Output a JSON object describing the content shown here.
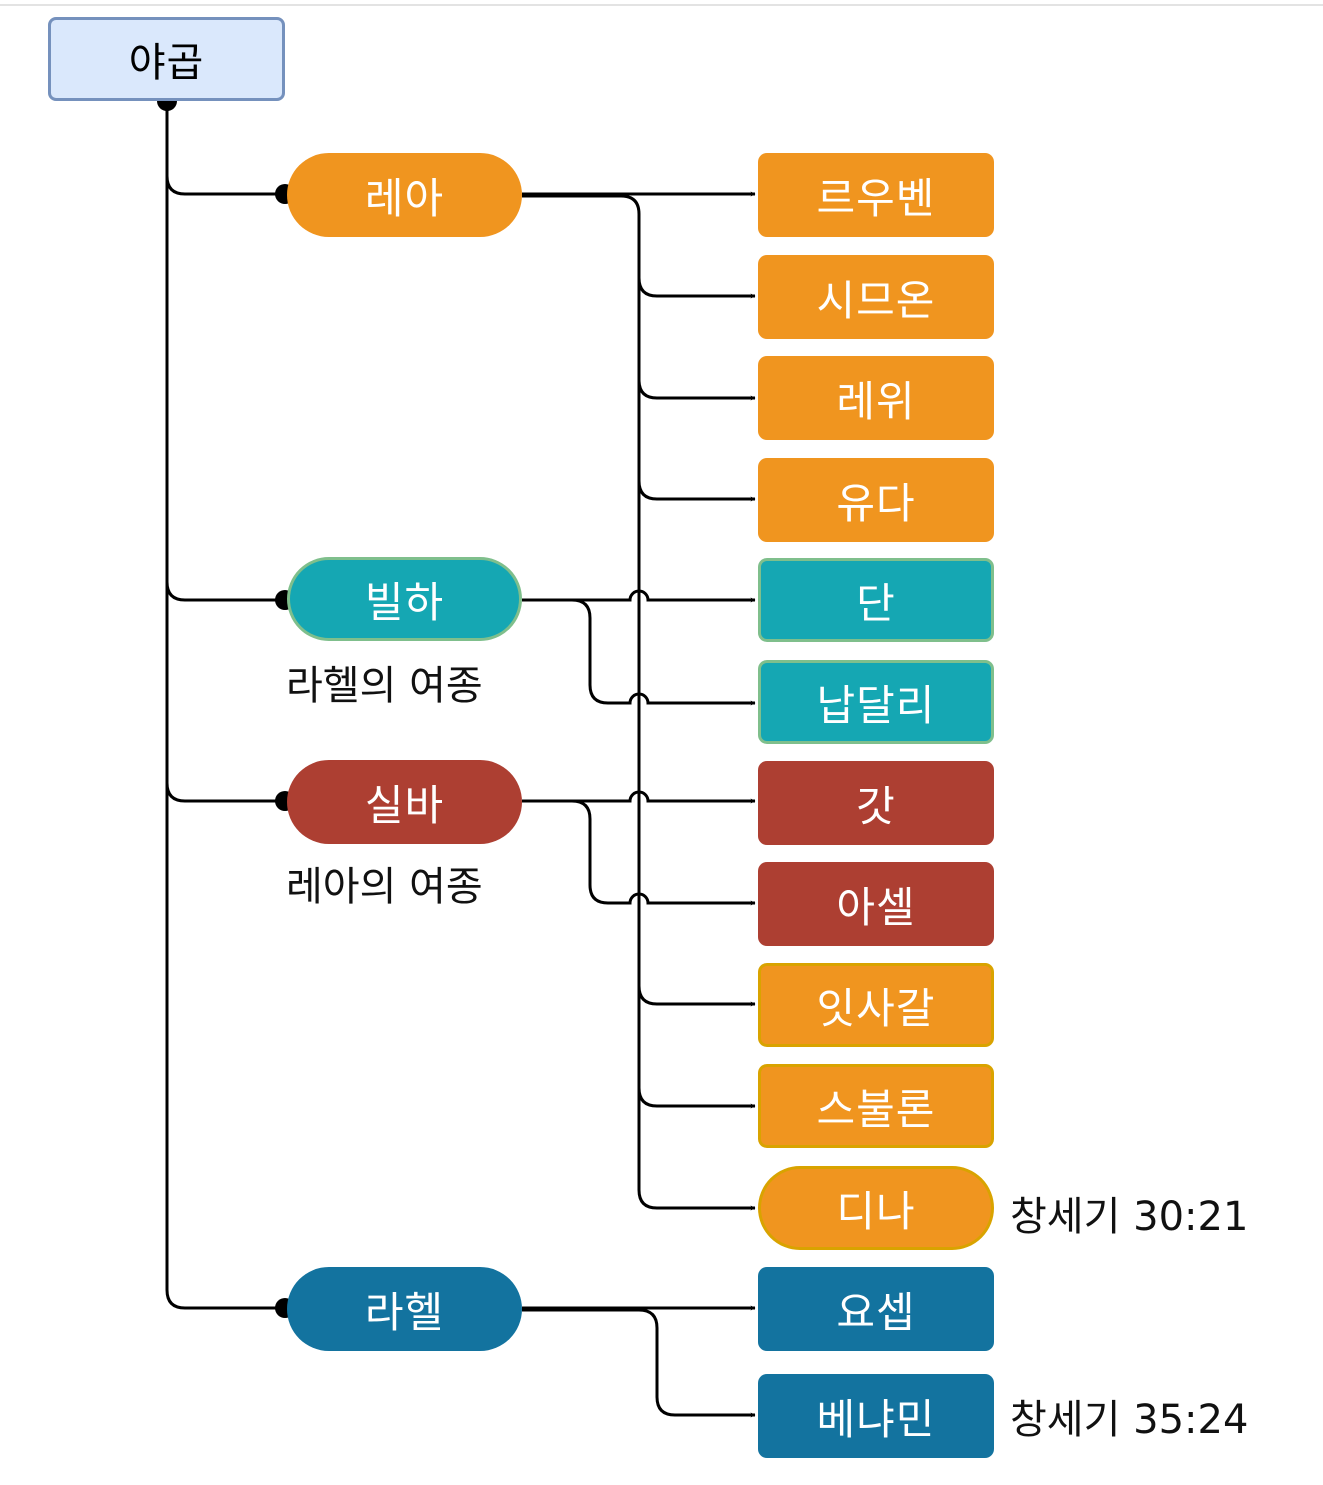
{
  "root": {
    "label": "야곱"
  },
  "wives": [
    {
      "label": "레아",
      "color": "#f0951f"
    },
    {
      "label": "빌하",
      "color": "#15a7b3",
      "note": "라헬의 여종"
    },
    {
      "label": "실바",
      "color": "#ad3f32",
      "note": "레아의 여종"
    },
    {
      "label": "라헬",
      "color": "#13739f"
    }
  ],
  "children": [
    {
      "label": "르우벤",
      "mother": "레아"
    },
    {
      "label": "시므온",
      "mother": "레아"
    },
    {
      "label": "레위",
      "mother": "레아"
    },
    {
      "label": "유다",
      "mother": "레아"
    },
    {
      "label": "단",
      "mother": "빌하"
    },
    {
      "label": "납달리",
      "mother": "빌하"
    },
    {
      "label": "갓",
      "mother": "실바"
    },
    {
      "label": "아셀",
      "mother": "실바"
    },
    {
      "label": "잇사갈",
      "mother": "레아"
    },
    {
      "label": "스불론",
      "mother": "레아"
    },
    {
      "label": "디나",
      "mother": "레아",
      "note": "창세기 30:21"
    },
    {
      "label": "요셉",
      "mother": "라헬"
    },
    {
      "label": "베냐민",
      "mother": "라헬",
      "note": "창세기 35:24"
    }
  ]
}
